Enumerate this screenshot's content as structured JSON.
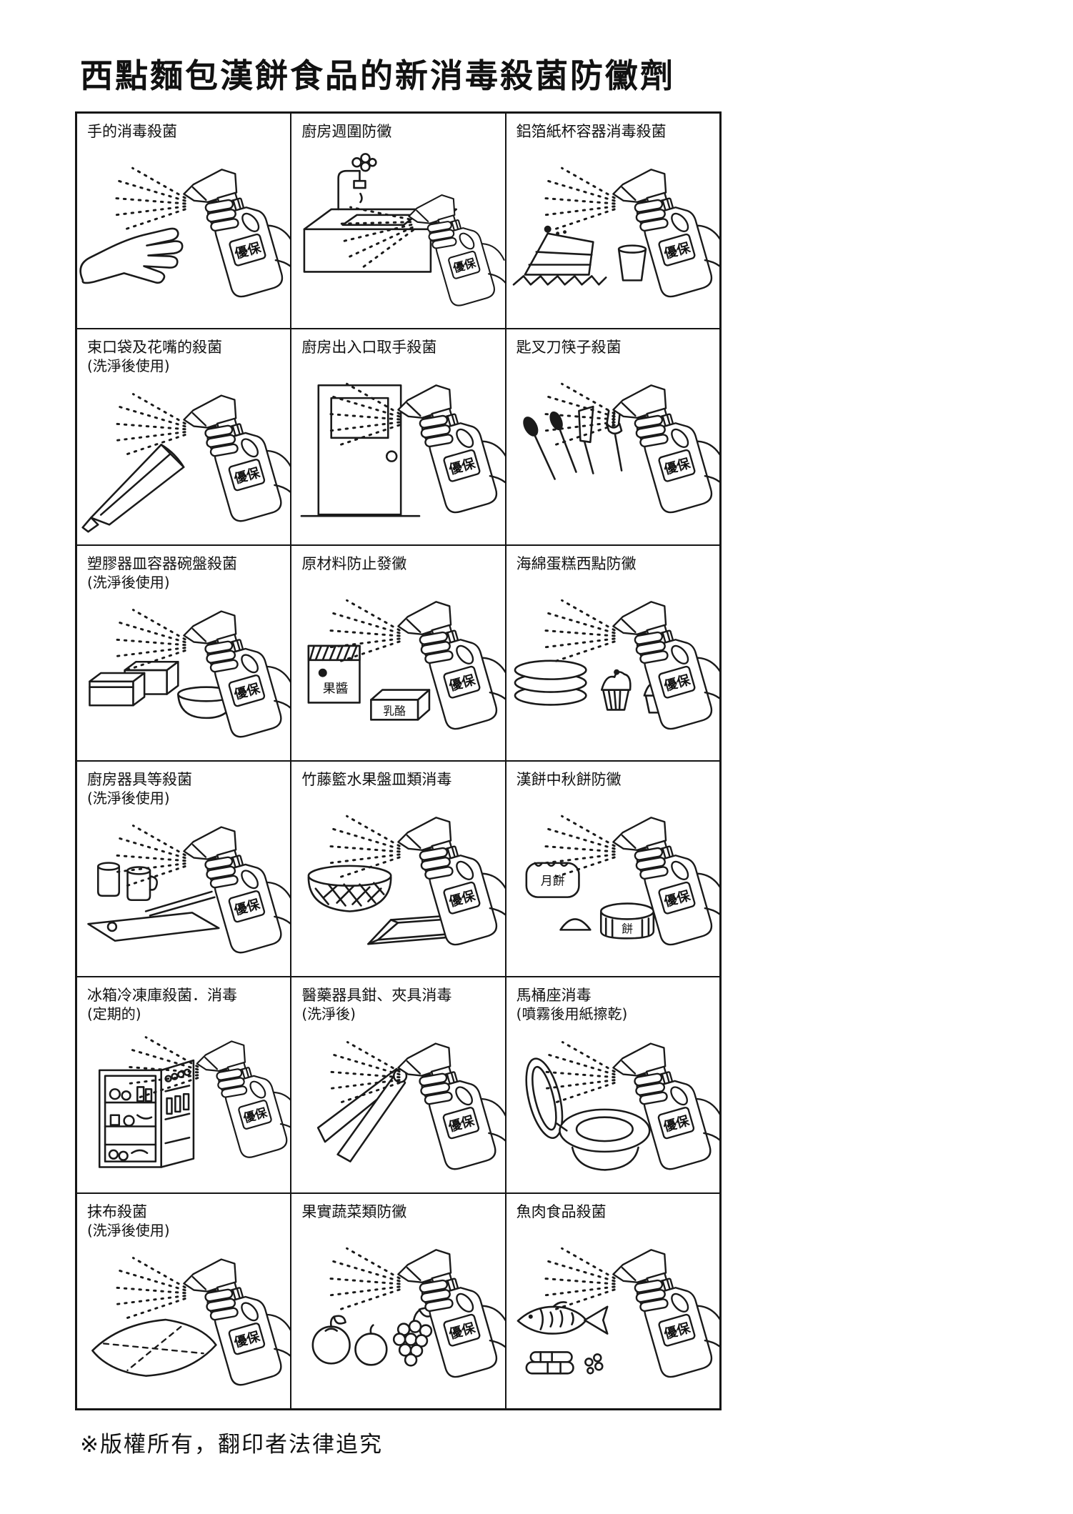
{
  "page": {
    "title": "西點麵包漢餅食品的新消毒殺菌防黴劑",
    "footer": "※版權所有，翻印者法律追究",
    "brand_label": "優保",
    "ink_color": "#1a1a1a",
    "paper_color": "#ffffff"
  },
  "cells": [
    {
      "caption": "手的消毒殺菌",
      "note": ""
    },
    {
      "caption": "廚房週圍防黴",
      "note": ""
    },
    {
      "caption": "鋁箔紙杯容器消毒殺菌",
      "note": ""
    },
    {
      "caption": "束口袋及花嘴的殺菌",
      "note": "(洗淨後使用)"
    },
    {
      "caption": "廚房出入口取手殺菌",
      "note": ""
    },
    {
      "caption": "匙叉刀筷子殺菌",
      "note": ""
    },
    {
      "caption": "塑膠器皿容器碗盤殺菌",
      "note": "(洗淨後使用)"
    },
    {
      "caption": "原材料防止發黴",
      "note": "",
      "labels": [
        "果醬",
        "乳酪"
      ]
    },
    {
      "caption": "海綿蛋糕西點防黴",
      "note": ""
    },
    {
      "caption": "廚房器具等殺菌",
      "note": "(洗淨後使用)"
    },
    {
      "caption": "竹藤籃水果盤皿類消毒",
      "note": ""
    },
    {
      "caption": "漢餅中秋餅防黴",
      "note": "",
      "labels": [
        "月餅",
        "餅"
      ]
    },
    {
      "caption": "冰箱冷凍庫殺菌．消毒",
      "note": "(定期的)"
    },
    {
      "caption": "醫藥器具鉗、夾具消毒",
      "note": "(洗淨後)"
    },
    {
      "caption": "馬桶座消毒",
      "note": "(噴霧後用紙擦乾)"
    },
    {
      "caption": "抹布殺菌",
      "note": "(洗淨後使用)"
    },
    {
      "caption": "果實蔬菜類防黴",
      "note": ""
    },
    {
      "caption": "魚肉食品殺菌",
      "note": ""
    }
  ]
}
